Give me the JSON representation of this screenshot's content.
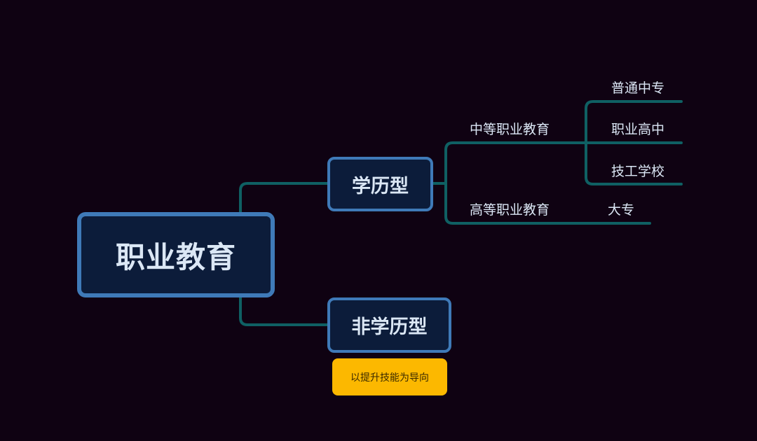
{
  "mindmap": {
    "root": "职业教育",
    "branches": [
      {
        "label": "学历型",
        "children": [
          {
            "label": "中等职业教育",
            "children": [
              "普通中专",
              "职业高中",
              "技工学校"
            ]
          },
          {
            "label": "高等职业教育",
            "children": [
              "大专"
            ]
          }
        ]
      },
      {
        "label": "非学历型",
        "note": "以提升技能为导向"
      }
    ]
  },
  "colors": {
    "background": "#0f0212",
    "connector": "#0f6063",
    "node_fill": "#0c1c3a",
    "node_border": "#3f7ab8",
    "node_text": "#dbe7f5",
    "note_fill": "#fcb800"
  }
}
